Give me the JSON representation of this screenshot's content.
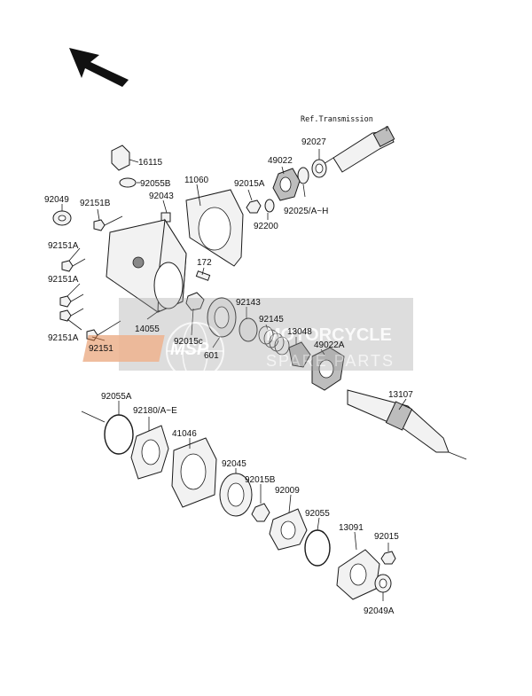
{
  "reference_label": "Ref.Transmission",
  "part_labels": [
    {
      "id": "16115",
      "text": "16115"
    },
    {
      "id": "92055B",
      "text": "92055B"
    },
    {
      "id": "11060",
      "text": "11060"
    },
    {
      "id": "92043",
      "text": "92043"
    },
    {
      "id": "92049",
      "text": "92049"
    },
    {
      "id": "92151B",
      "text": "92151B"
    },
    {
      "id": "92151A-1",
      "text": "92151A"
    },
    {
      "id": "92151A-2",
      "text": "92151A"
    },
    {
      "id": "92151A-3",
      "text": "92151A"
    },
    {
      "id": "92151",
      "text": "92151"
    },
    {
      "id": "14055",
      "text": "14055"
    },
    {
      "id": "172",
      "text": "172"
    },
    {
      "id": "92015A",
      "text": "92015A"
    },
    {
      "id": "92200",
      "text": "92200"
    },
    {
      "id": "49022",
      "text": "49022"
    },
    {
      "id": "92027",
      "text": "92027"
    },
    {
      "id": "92025",
      "text": "92025/A~H"
    },
    {
      "id": "92143",
      "text": "92143"
    },
    {
      "id": "92145",
      "text": "92145"
    },
    {
      "id": "13048",
      "text": "13048"
    },
    {
      "id": "49022A",
      "text": "49022A"
    },
    {
      "id": "92015c",
      "text": "92015c"
    },
    {
      "id": "601",
      "text": "601"
    },
    {
      "id": "13107",
      "text": "13107"
    },
    {
      "id": "92055A",
      "text": "92055A"
    },
    {
      "id": "92180",
      "text": "92180/A~E"
    },
    {
      "id": "41046",
      "text": "41046"
    },
    {
      "id": "92045",
      "text": "92045"
    },
    {
      "id": "92015B",
      "text": "92015B"
    },
    {
      "id": "92009",
      "text": "92009"
    },
    {
      "id": "92055",
      "text": "92055"
    },
    {
      "id": "13091",
      "text": "13091"
    },
    {
      "id": "92015",
      "text": "92015"
    },
    {
      "id": "92049A",
      "text": "92049A"
    }
  ],
  "watermark": {
    "logo": "MSP",
    "line1": "MOTORCYCLE",
    "line2": "SPARE PARTS"
  },
  "icons": {
    "direction": "front-arrow-icon"
  }
}
